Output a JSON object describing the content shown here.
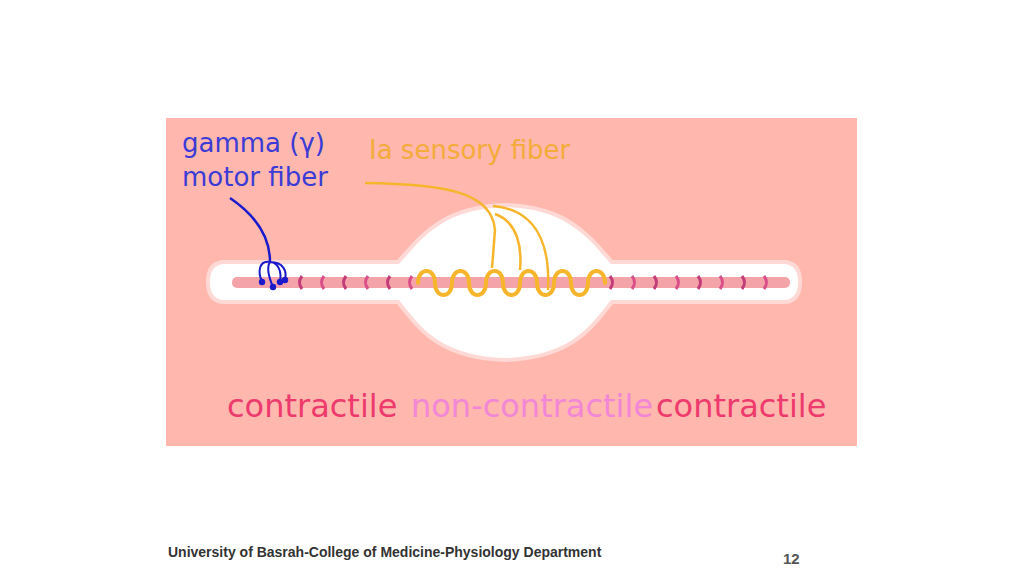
{
  "diagram": {
    "labels": [
      "gamma (γ) motor fiber",
      "Ia sensory fiber",
      "contractile",
      "non-contractile",
      "contractile",
      "University of Basrah-College of Medicine-Physiology Department",
      "12"
    ]
  }
}
